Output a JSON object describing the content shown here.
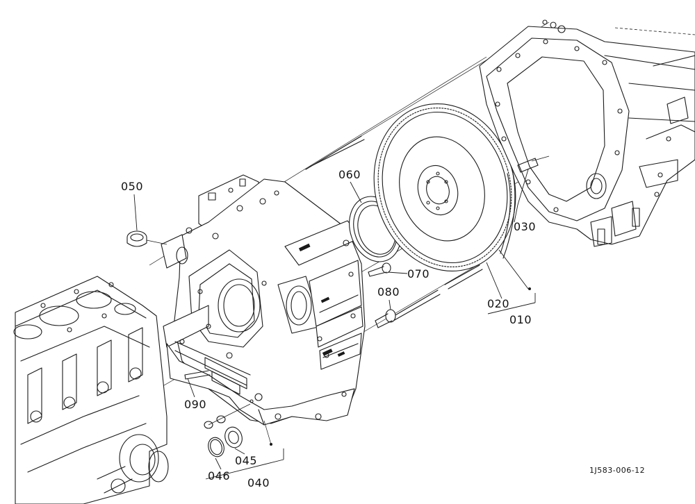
{
  "diagram": {
    "drawing_code": "1J583-006-12",
    "callouts": [
      {
        "id": "c010",
        "number": "010"
      },
      {
        "id": "c020",
        "number": "020"
      },
      {
        "id": "c030",
        "number": "030"
      },
      {
        "id": "c040",
        "number": "040"
      },
      {
        "id": "c045",
        "number": "045"
      },
      {
        "id": "c046",
        "number": "046"
      },
      {
        "id": "c050",
        "number": "050"
      },
      {
        "id": "c060",
        "number": "060"
      },
      {
        "id": "c070",
        "number": "070"
      },
      {
        "id": "c080",
        "number": "080"
      },
      {
        "id": "c090",
        "number": "090"
      }
    ]
  }
}
